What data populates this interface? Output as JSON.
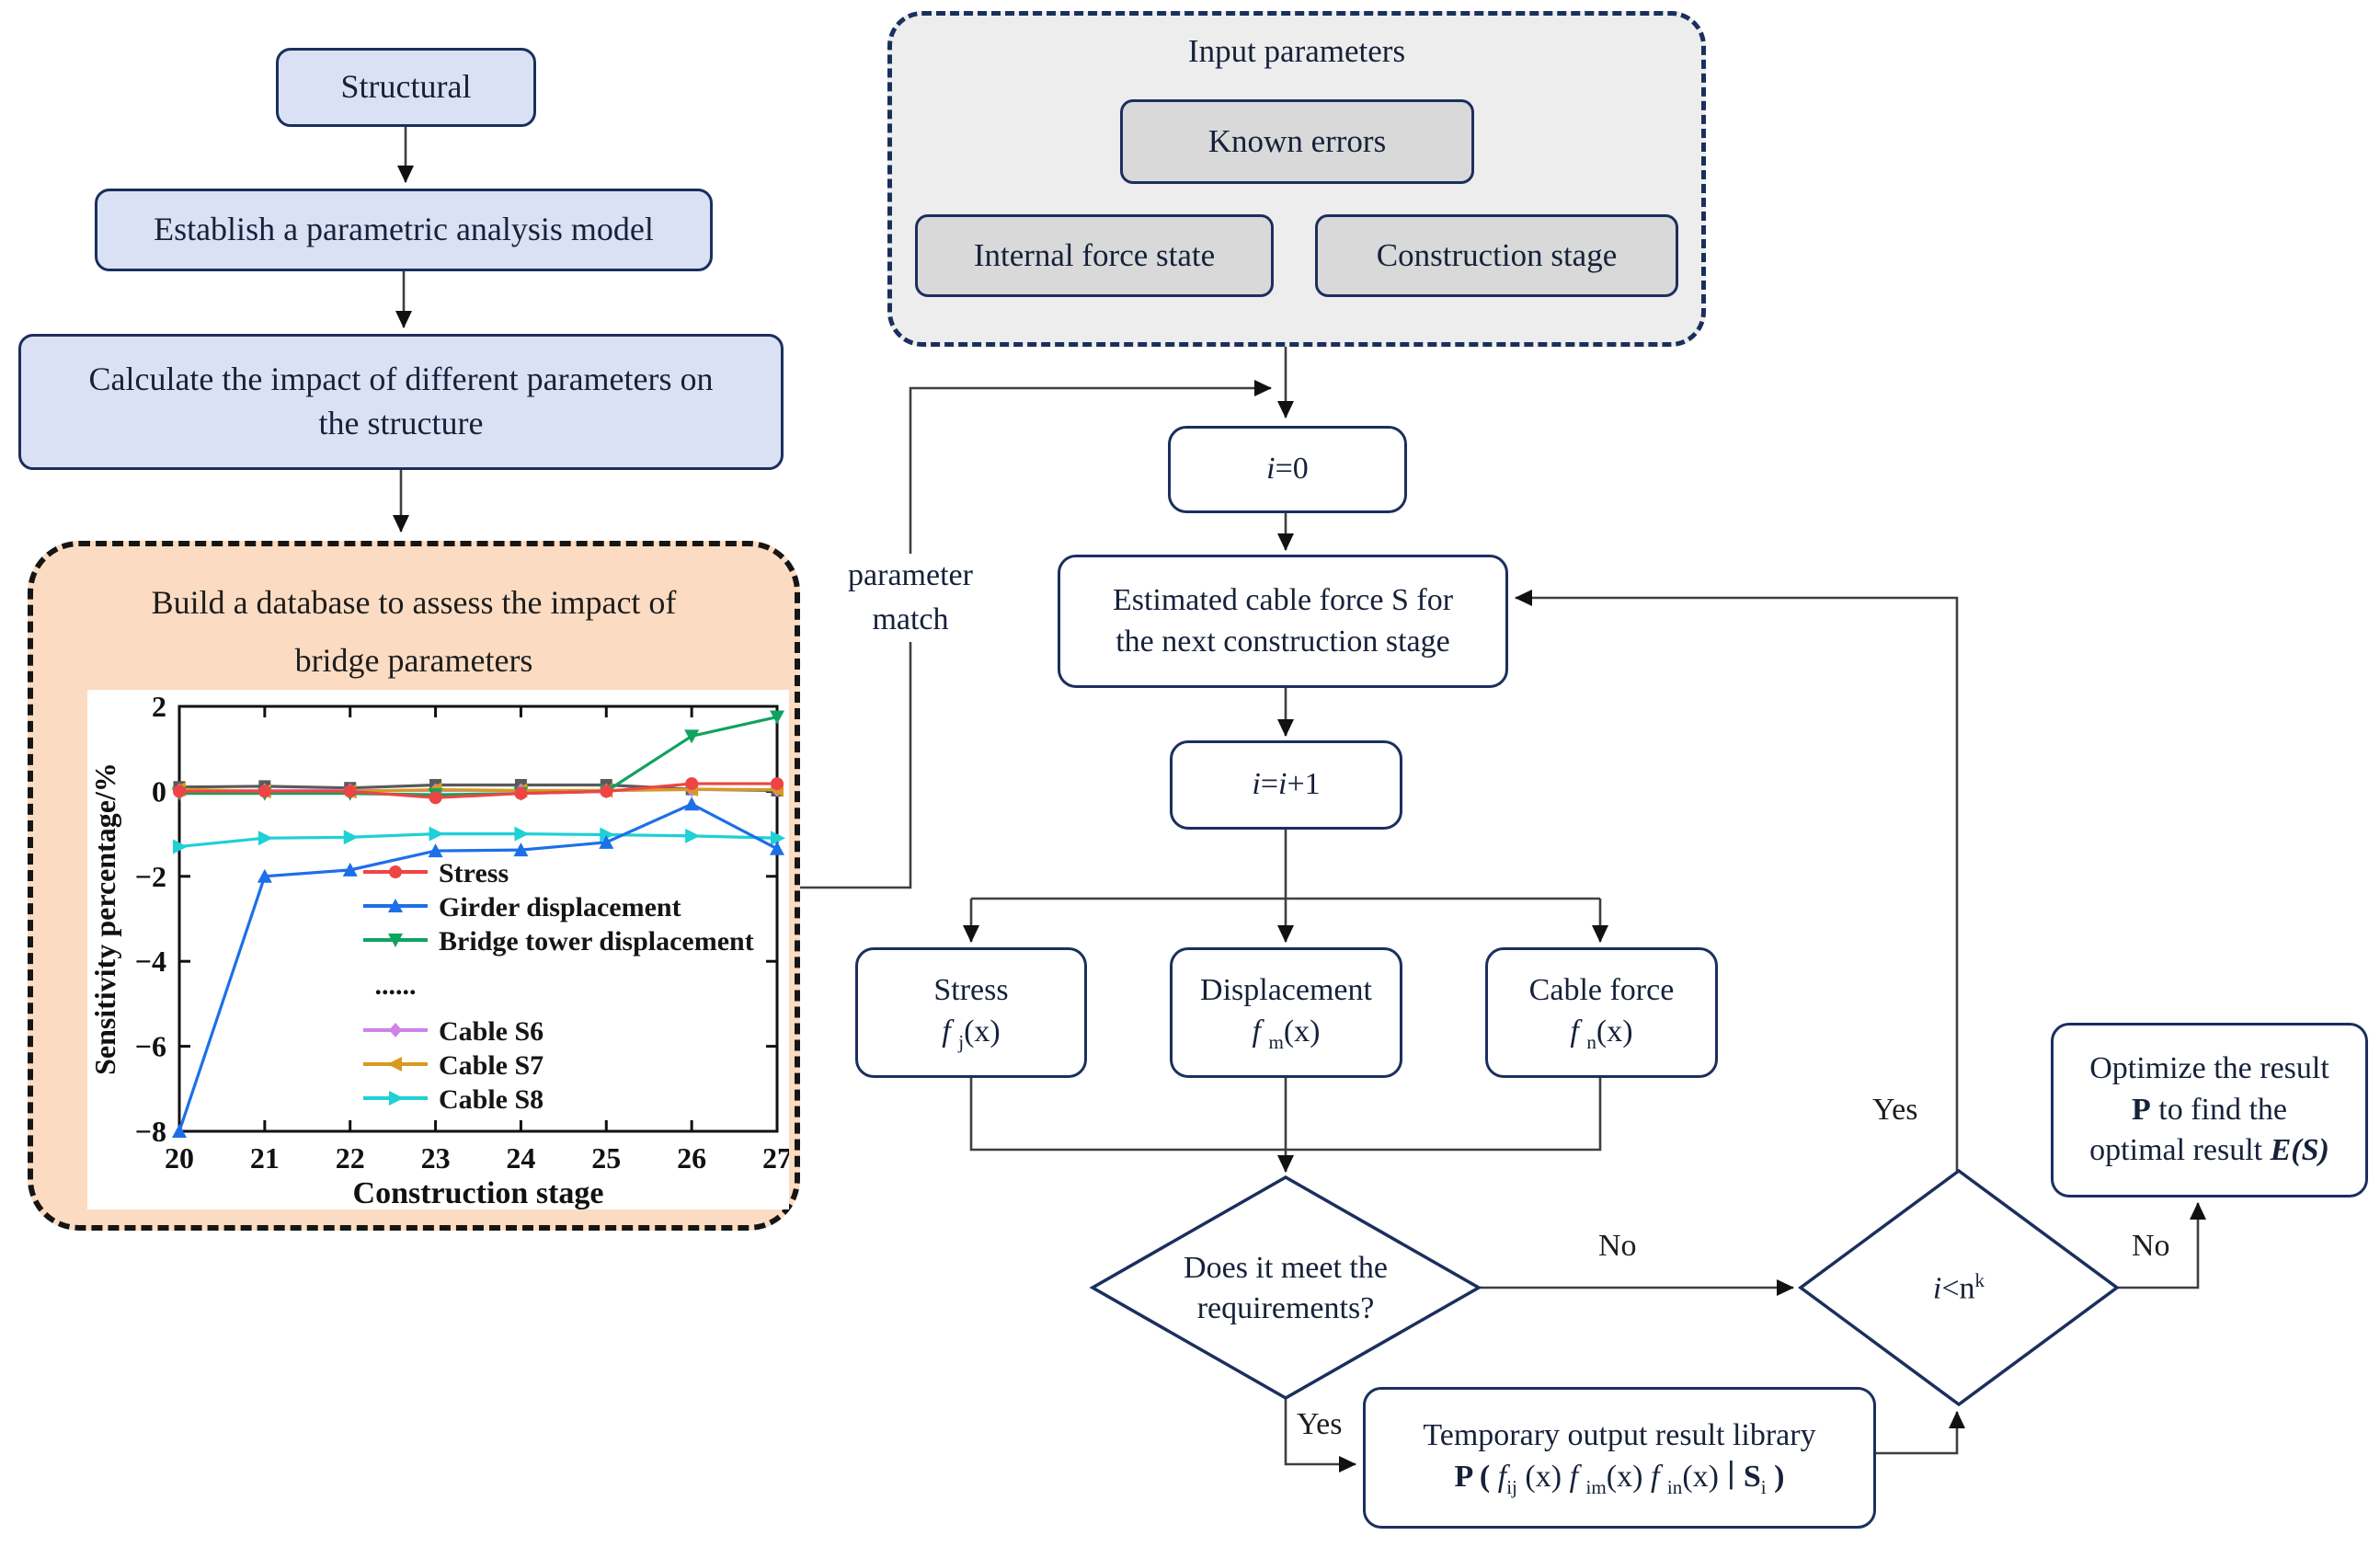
{
  "colors": {
    "lavender": "#dbe1f5",
    "navy": "#1b2f5e",
    "graybox": "#d9d9d9",
    "panelgray": "#ededed",
    "orange": "#fbdcc2",
    "line": "#3f3f3f",
    "ink": "#16213a",
    "chartink": "#111111"
  },
  "flowchart": {
    "structural": "Structural",
    "establish": "Establish a parametric analysis model",
    "calculate_l1": "Calculate the impact of different parameters on",
    "calculate_l2": "the structure",
    "database_title_l1": "Build a database to assess the impact of",
    "database_title_l2": "bridge parameters",
    "input_parameters": {
      "title": "Input parameters",
      "known_errors": "Known errors",
      "internal_force": "Internal force state",
      "construction_stage": "Construction stage"
    },
    "parameter_match_l1": "parameter",
    "parameter_match_l2": "match",
    "i0": "⟨i⟩i⟨/i⟩=0",
    "estimated_l1": "Estimated cable force S for",
    "estimated_l2": "the next construction stage",
    "i_plus": "⟨i⟩i⟨/i⟩=⟨i⟩i⟨/i⟩+1",
    "stress_l1": "Stress",
    "stress_l2": "⟨i⟩f⟨/i⟩ ⟨sub⟩j⟨/sub⟩(x)",
    "displacement_l1": "Displacement",
    "displacement_l2": "⟨i⟩f⟨/i⟩ ⟨sub⟩m⟨/sub⟩(x)",
    "cable_l1": "Cable force",
    "cable_l2": "⟨i⟩f⟨/i⟩ ⟨sub⟩n⟨/sub⟩(x)",
    "meet_l1": "Does it meet the",
    "meet_l2": "requirements?",
    "nk": "⟨i⟩i⟨/i⟩<n⟨sup⟩k⟨/sup⟩",
    "library_l1": "Temporary output result library",
    "library_l2": "⟨b⟩P (⟨/b⟩ ⟨i⟩f⟨/i⟩⟨sub⟩ij⟨/sub⟩ (x)  ⟨i⟩f⟨/i⟩ ⟨sub⟩im⟨/sub⟩(x)  ⟨i⟩f⟨/i⟩ ⟨sub⟩in⟨/sub⟩(x) ∣ ⟨b⟩S⟨/b⟩⟨sub⟩i⟨/sub⟩ ⟨b⟩)⟨/b⟩",
    "optimize_l1": "Optimize the result",
    "optimize_l2": "⟨b⟩P⟨/b⟩ to find the",
    "optimize_l3": "optimal result ⟨b⟩⟨i⟩E(S)⟨/i⟩⟨/b⟩",
    "labels": {
      "yes1": "Yes",
      "no1": "No",
      "yes2": "Yes",
      "no2": "No"
    }
  },
  "chart_data": {
    "type": "line",
    "title": "",
    "xlabel": "Construction stage",
    "ylabel": "Sensitivity percentage/%",
    "x": [
      20,
      21,
      22,
      23,
      24,
      25,
      26,
      27
    ],
    "xlim": [
      20,
      27
    ],
    "ylim": [
      -8,
      2
    ],
    "yticks": [
      2,
      0,
      -2,
      -4,
      -6,
      -8
    ],
    "grid": false,
    "legend_position": "inside center-left",
    "legend_ellipsis": "......",
    "series": [
      {
        "name": "",
        "color": "#5a5a5a",
        "marker": "square",
        "in_legend": false,
        "values": [
          0.1,
          0.12,
          0.08,
          0.15,
          0.15,
          0.15,
          0.05,
          0.02
        ]
      },
      {
        "name": "Cable S6",
        "color": "#cf82e8",
        "marker": "diamond",
        "in_legend": true,
        "values": [
          0.02,
          0.02,
          0.02,
          0.02,
          0.02,
          0.02,
          0.04,
          0.04
        ]
      },
      {
        "name": "Cable S7",
        "color": "#d79a1f",
        "marker": "triangle-left",
        "in_legend": true,
        "values": [
          0.05,
          0,
          0,
          0.04,
          0.02,
          0.02,
          0.05,
          0.04
        ]
      },
      {
        "name": "Bridge tower displacement",
        "color": "#10a35f",
        "marker": "triangle-down",
        "in_legend": true,
        "values": [
          -0.05,
          -0.05,
          -0.05,
          -0.08,
          -0.05,
          0,
          1.3,
          1.75
        ]
      },
      {
        "name": "Stress",
        "color": "#ef4444",
        "marker": "circle",
        "in_legend": true,
        "values": [
          0,
          0,
          0,
          -0.15,
          -0.05,
          0,
          0.18,
          0.18
        ]
      },
      {
        "name": "Cable S8",
        "color": "#1fd0d6",
        "marker": "triangle-right",
        "in_legend": true,
        "values": [
          -1.3,
          -1.1,
          -1.08,
          -1.0,
          -1.0,
          -1.02,
          -1.05,
          -1.1
        ]
      },
      {
        "name": "Girder displacement",
        "color": "#1d6fe8",
        "marker": "triangle-up",
        "in_legend": true,
        "values": [
          -8,
          -2,
          -1.85,
          -1.4,
          -1.38,
          -1.2,
          -0.3,
          -1.35
        ]
      }
    ],
    "legend_order": [
      "Stress",
      "Girder displacement",
      "Bridge tower displacement",
      "ellipsis",
      "Cable S6",
      "Cable S7",
      "Cable S8"
    ]
  }
}
